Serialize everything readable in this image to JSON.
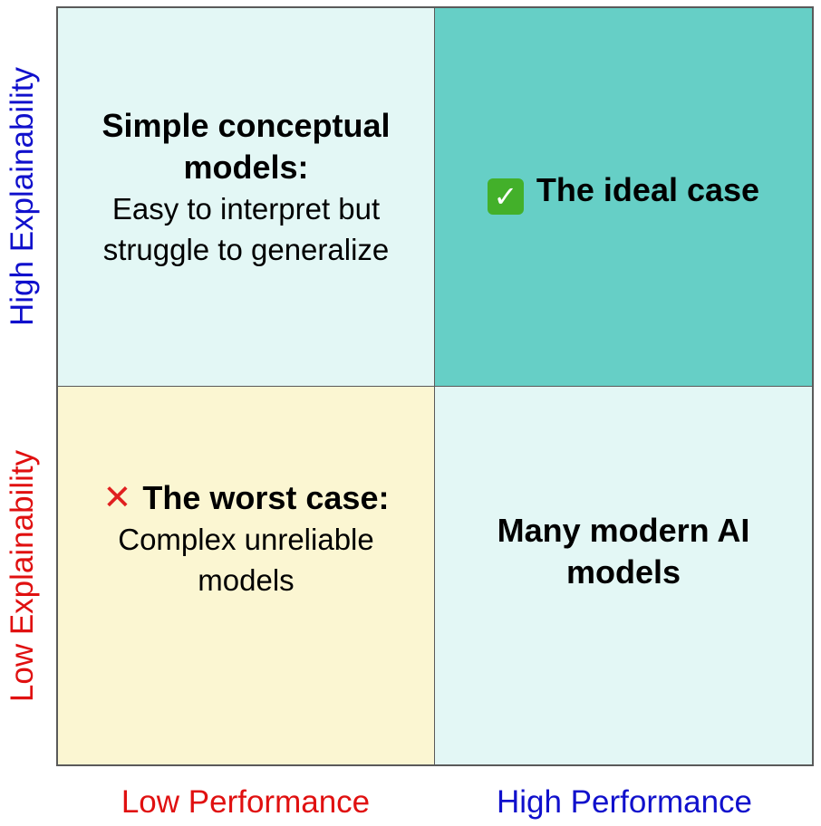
{
  "colors": {
    "low_label": "#e01010",
    "high_label": "#1010cc",
    "tl_fill": "#e3f7f5",
    "tr_fill": "#66cfc6",
    "bl_fill": "#fbf6d2",
    "br_fill": "#e3f7f5",
    "check_fill": "#43b02a",
    "cross_color": "#e02020"
  },
  "y_axis": {
    "top_label": "High Explainability",
    "bottom_label": "Low Explainability"
  },
  "x_axis": {
    "left_label": "Low Performance",
    "right_label": "High Performance"
  },
  "quadrants": {
    "top_left": {
      "title_line1": "Simple conceptual",
      "title_line2": "models:",
      "desc_line1": "Easy to interpret but",
      "desc_line2": "struggle to generalize"
    },
    "top_right": {
      "icon": "check-mark-icon",
      "icon_glyph": "✓",
      "title": "The ideal case"
    },
    "bottom_left": {
      "icon": "cross-mark-icon",
      "icon_glyph": "✕",
      "title": "The worst case:",
      "desc_line1": "Complex unreliable",
      "desc_line2": "models"
    },
    "bottom_right": {
      "title_line1": "Many modern AI",
      "title_line2": "models"
    }
  }
}
